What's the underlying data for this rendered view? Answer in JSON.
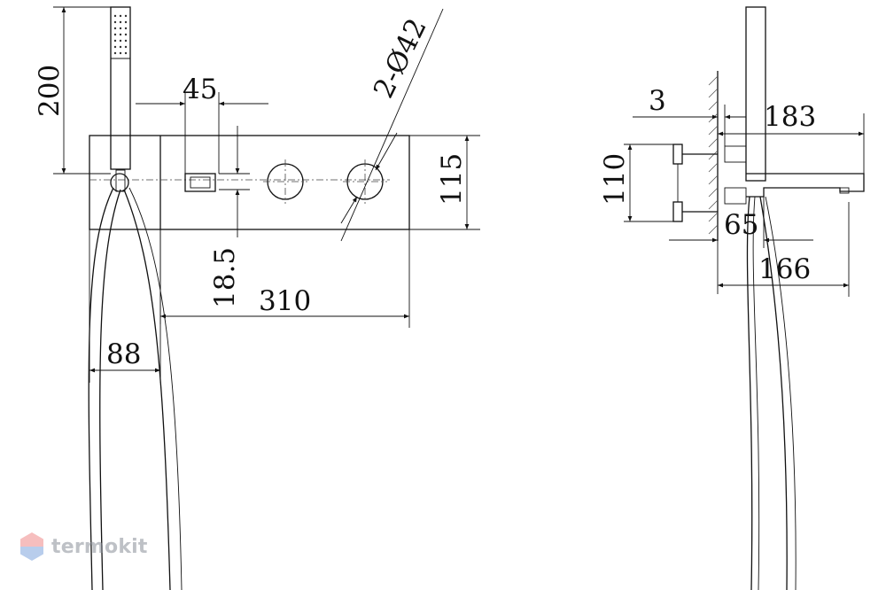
{
  "dimensions": {
    "d200": "200",
    "d45": "45",
    "d2phi42": "2-Ø42",
    "d115": "115",
    "d18_5": "18.5",
    "d310": "310",
    "d88": "88",
    "d3": "3",
    "d183": "183",
    "d110": "110",
    "d65": "65",
    "d166": "166"
  },
  "watermark": {
    "text": "termokit",
    "logo_icon": "hexagon-logo-icon",
    "colors": {
      "top": "#f08a8a",
      "bottom": "#7fa6dd",
      "text": "#8a8f99"
    }
  }
}
